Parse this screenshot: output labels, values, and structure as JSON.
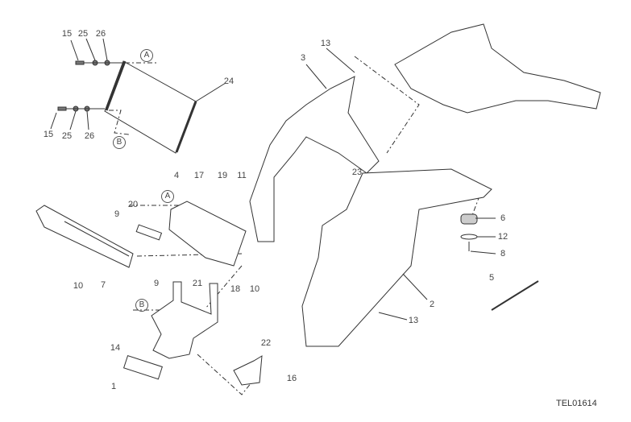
{
  "diagram": {
    "drawing_code": "TEL01614",
    "view_markers": {
      "a": "A",
      "b": "B"
    },
    "part_labels": {
      "p15a": "15",
      "p25a": "25",
      "p26a": "26",
      "p24": "24",
      "p15b": "15",
      "p25b": "25",
      "p26b": "26",
      "p3": "3",
      "p13a": "13",
      "p23": "23",
      "p4": "4",
      "p17": "17",
      "p19": "19",
      "p11": "11",
      "p20": "20",
      "p9a": "9",
      "p10a": "10",
      "p7": "7",
      "p9b": "9",
      "p21": "21",
      "p18": "18",
      "p10b": "10",
      "p14": "14",
      "p1": "1",
      "p22": "22",
      "p16": "16",
      "p6": "6",
      "p12": "12",
      "p8": "8",
      "p5": "5",
      "p2": "2",
      "p13b": "13"
    }
  }
}
